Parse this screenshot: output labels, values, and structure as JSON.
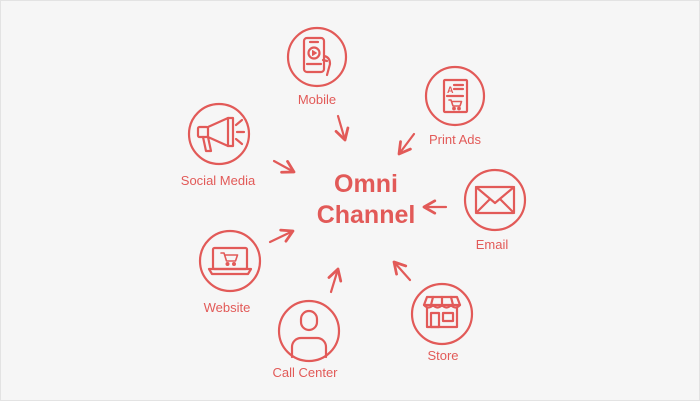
{
  "center": {
    "line1": "Omni",
    "line2": "Channel"
  },
  "channels": {
    "mobile": "Mobile",
    "print_ads": "Print Ads",
    "social_media": "Social Media",
    "email": "Email",
    "website": "Website",
    "store": "Store",
    "call_center": "Call Center"
  },
  "colors": {
    "accent": "#e25a58",
    "background": "#f6f6f6"
  },
  "icons": [
    "phone-hand-icon",
    "print-ad-icon",
    "megaphone-icon",
    "envelope-icon",
    "laptop-cart-icon",
    "storefront-icon",
    "person-icon"
  ]
}
